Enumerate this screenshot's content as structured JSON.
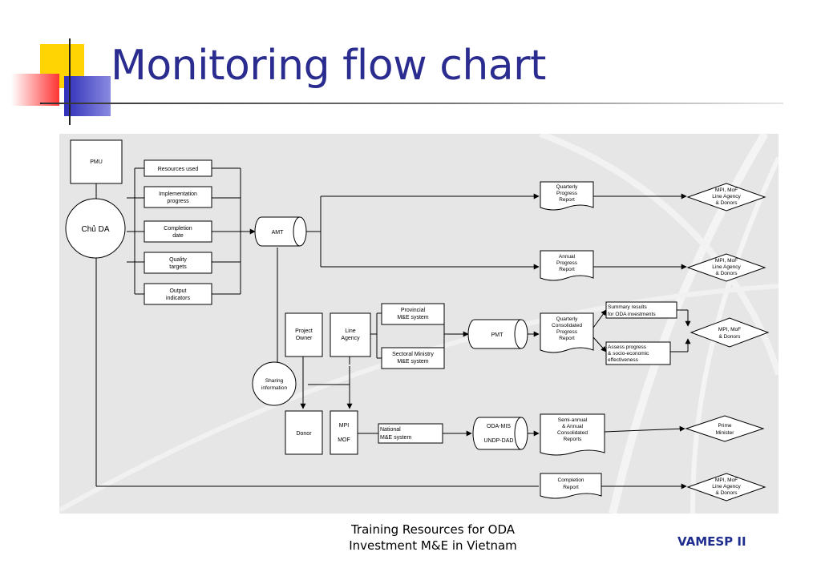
{
  "slide": {
    "title": "Monitoring flow chart",
    "footer_line1": "Training Resources for ODA",
    "footer_line2": "Investment M&E  in Vietnam",
    "brand": "VAMESP II"
  },
  "colors": {
    "title": "#2b2c8f",
    "deco_yellow": "#ffd400",
    "deco_red": "#ff3333",
    "deco_blue": "#2d2db8",
    "diagram_bg": "#e6e6e6",
    "brand": "#1f2d8f"
  },
  "diagram": {
    "pmu": "PMU",
    "chu_da": "Chủ DA",
    "resources_used": "Resources used",
    "implementation_progress": [
      "Implementation",
      "progress"
    ],
    "completion_date": [
      "Completion",
      "date"
    ],
    "quality_targets": [
      "Quality",
      "targets"
    ],
    "output_indicators": [
      "Output",
      "indicators"
    ],
    "amt": "AMT",
    "quarterly_progress_report": [
      "Quarterly",
      "Progress",
      "Report"
    ],
    "annual_progress_report": [
      "Annual",
      "Progress",
      "Report"
    ],
    "mpi_mof_line_agency_donors": [
      "MPI, MoF",
      "Line Agency",
      "& Donors"
    ],
    "project_owner": [
      "Project",
      "Owner"
    ],
    "line_agency": [
      "Line",
      "Agency"
    ],
    "provincial_me": [
      "Provincial",
      "M&E system"
    ],
    "sectoral_ministry_me": [
      "Sectoral Ministry",
      "M&E system"
    ],
    "pmt": "PMT",
    "quarterly_consolidated_report": [
      "Quarterly",
      "Consolidated",
      "Progress",
      "Report"
    ],
    "summary_results": [
      "Summary results",
      "for ODA investments"
    ],
    "assess_progress": [
      "Assess progress",
      "& socio-economic",
      "effectiveness"
    ],
    "mpi_mof_donors": [
      "MPI, MoF",
      "& Donors"
    ],
    "sharing_information": [
      "Sharing",
      "information"
    ],
    "donor": "Donor",
    "mpi_mof": [
      "MPI",
      "MOF"
    ],
    "national_me": [
      "National",
      "M&E system"
    ],
    "oda_mis": [
      "ODA-MIS",
      "UNDP-DAD"
    ],
    "semi_annual_report": [
      "Semi-annual",
      "& Annual",
      "Consolidated",
      "Reports"
    ],
    "prime_minister": [
      "Prime",
      "Minister"
    ],
    "completion_report": [
      "Completion",
      "Report"
    ]
  }
}
